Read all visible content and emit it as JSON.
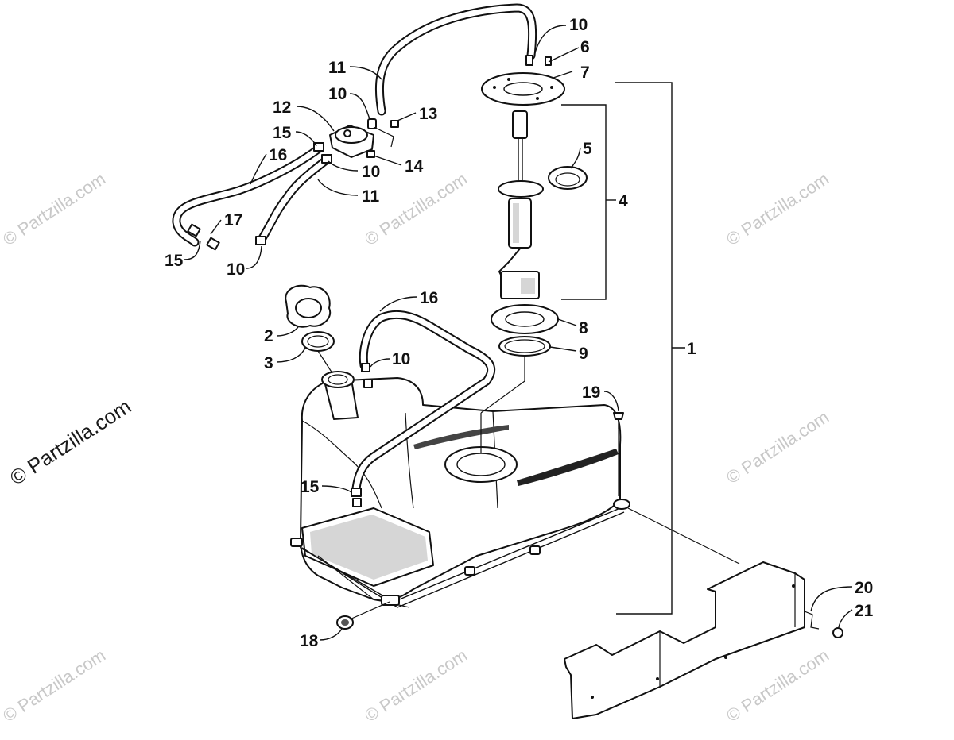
{
  "watermark": {
    "text": "© Partzilla.com",
    "main_text": "© Partzilla.com"
  },
  "callouts": {
    "c1": "1",
    "c2": "2",
    "c3": "3",
    "c4": "4",
    "c5": "5",
    "c6": "6",
    "c7": "7",
    "c8": "8",
    "c9": "9",
    "c10a": "10",
    "c10b": "10",
    "c10c": "10",
    "c10d": "10",
    "c10e": "10",
    "c11a": "11",
    "c11b": "11",
    "c12": "12",
    "c13": "13",
    "c14": "14",
    "c15a": "15",
    "c15b": "15",
    "c15c": "15",
    "c16a": "16",
    "c16b": "16",
    "c17": "17",
    "c18": "18",
    "c19": "19",
    "c20": "20",
    "c21": "21"
  }
}
